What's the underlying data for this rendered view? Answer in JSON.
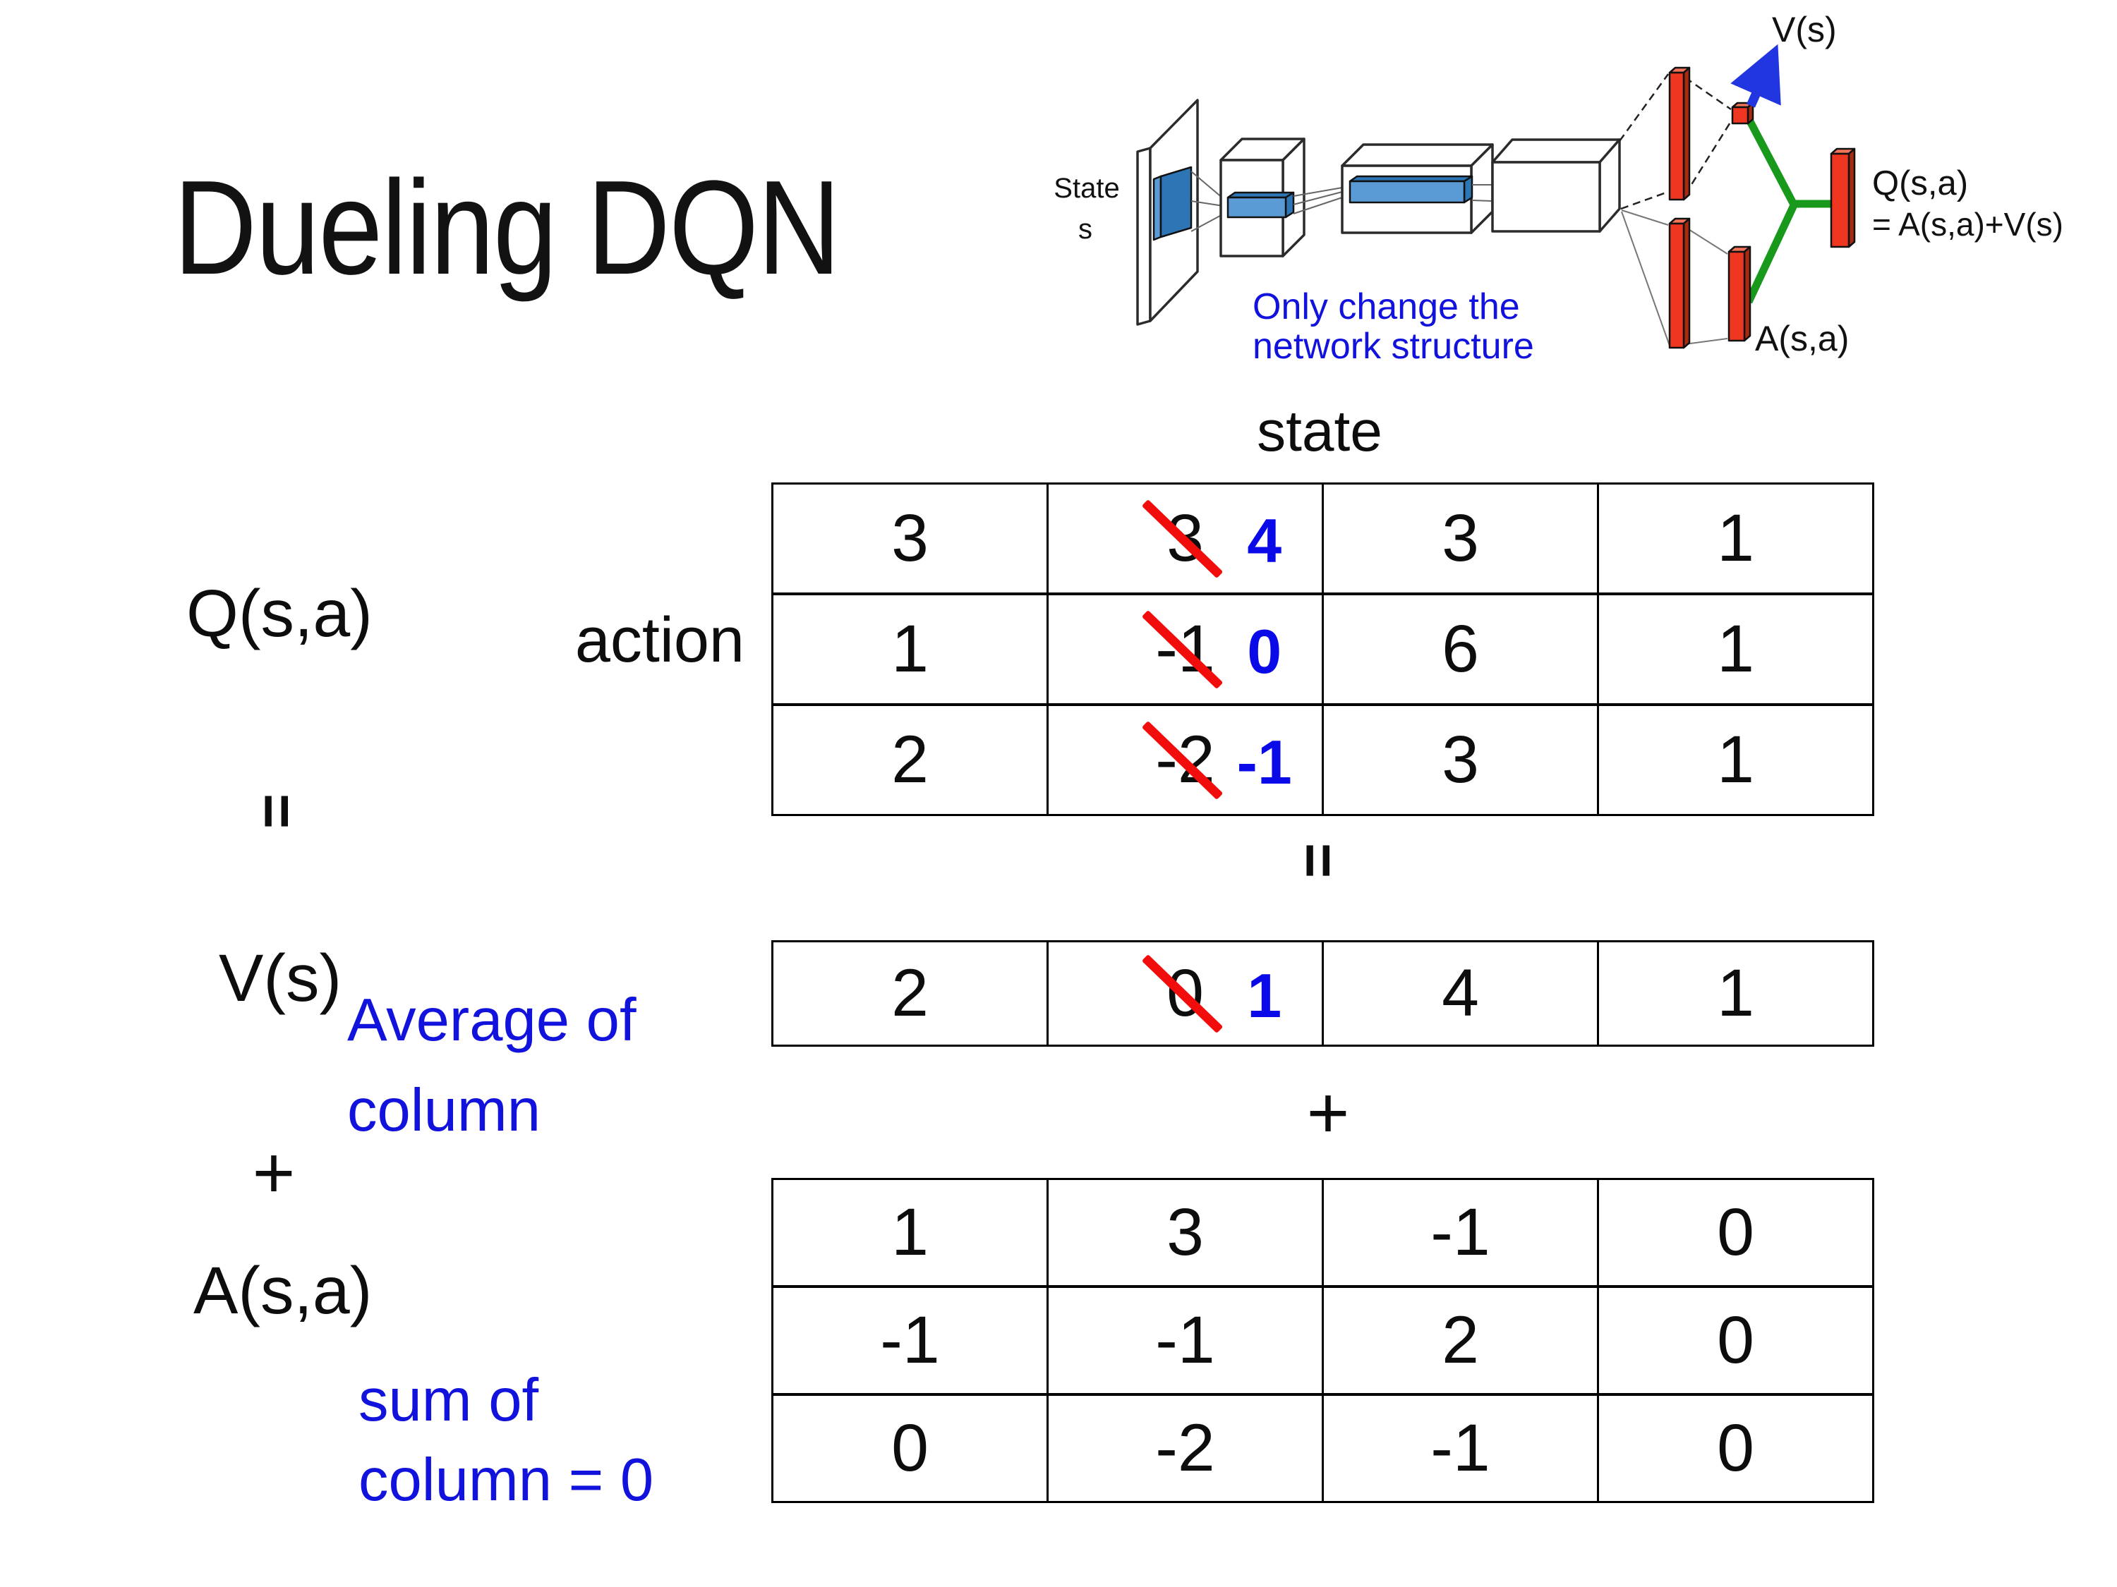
{
  "title": "Dueling DQN",
  "diagram": {
    "state_line1": "State",
    "state_line2": "s",
    "note_line1": "Only change the",
    "note_line2": "network structure",
    "v_out_label": "V(s)",
    "q_out_label_line1": "Q(s,a)",
    "q_out_label_line2": "= A(s,a)+V(s)",
    "a_out_label": "A(s,a)"
  },
  "equation": {
    "q_label": "Q(s,a)",
    "state_label": "state",
    "action_label": "action",
    "equals_left": "=",
    "equals_mid": "=",
    "plus_left": "+",
    "plus_mid": "+",
    "v_label": "V(s)",
    "a_label": "A(s,a)",
    "avg_note": [
      "Average of",
      "column"
    ],
    "sum_note": [
      "sum of",
      "column = 0"
    ]
  },
  "tables": [
    {
      "id": "q",
      "rows": [
        [
          "3",
          {
            "old": "3",
            "new": "4"
          },
          "3",
          "1"
        ],
        [
          "1",
          {
            "old": "-1",
            "new": "0"
          },
          "6",
          "1"
        ],
        [
          "2",
          {
            "old": "-2",
            "new": "-1"
          },
          "3",
          "1"
        ]
      ]
    },
    {
      "id": "v",
      "rows": [
        [
          "2",
          {
            "old": "0",
            "new": "1"
          },
          "4",
          "1"
        ]
      ]
    },
    {
      "id": "a",
      "rows": [
        [
          "1",
          "3",
          "-1",
          "0"
        ],
        [
          "-1",
          "-1",
          "2",
          "0"
        ],
        [
          "0",
          "-2",
          "-1",
          "0"
        ]
      ]
    }
  ],
  "colors": {
    "ink": "#0d0d0d",
    "blue_text": "#1212dd",
    "blue_num": "#0a0ae8",
    "strike_red": "#f20d0d",
    "bar_red": "#ee3620",
    "green": "#18991c",
    "arrow_blue": "#2135e0",
    "slab_blue": "#5b9bd5"
  }
}
